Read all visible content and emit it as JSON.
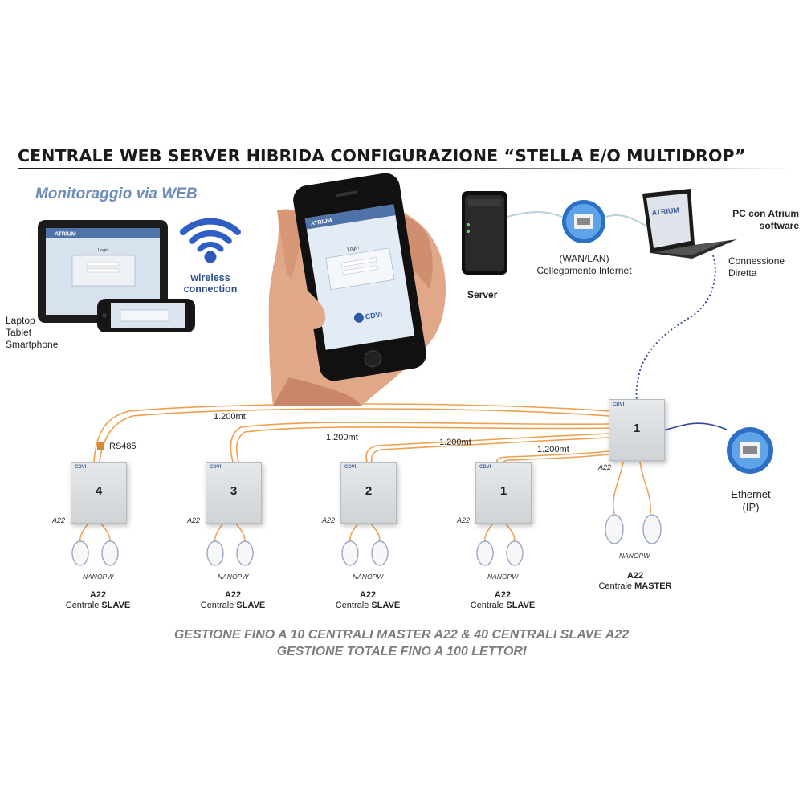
{
  "title": "CENTRALE WEB SERVER HIBRIDA CONFIGURAZIONE “STELLA E/O MULTIDROP”",
  "subtitle": "Monitoraggio via WEB",
  "devices_label": [
    "Laptop",
    "Tablet",
    "Smartphone"
  ],
  "wireless": [
    "wireless",
    "connection"
  ],
  "phone": {
    "brand": "ATRIUM",
    "login": "Login",
    "logo": "CDVI"
  },
  "tablet": {
    "brand": "ATRIUM",
    "login": "Login"
  },
  "server_label": "Server",
  "network": {
    "line1": "(WAN/LAN)",
    "line2": "Collegamento Internet"
  },
  "pc": {
    "line1": "PC con Atrium",
    "line2": "software",
    "screen_brand": "ATRIUM"
  },
  "direct": {
    "line1": "Connessione",
    "line2": "Diretta"
  },
  "ethernet": {
    "line1": "Ethernet",
    "line2": "(IP)"
  },
  "rs485": "RS485",
  "panel_logo": "CDVI",
  "master": {
    "number": "1",
    "model": "A22",
    "reader": "NANOPW",
    "cap_model": "A22",
    "cap_prefix": "Centrale ",
    "cap_role": "MASTER"
  },
  "slaves": [
    {
      "number": "4",
      "model": "A22",
      "reader": "NANOPW",
      "cap_model": "A22",
      "cap_prefix": "Centrale ",
      "cap_role": "SLAVE"
    },
    {
      "number": "3",
      "model": "A22",
      "reader": "NANOPW",
      "cap_model": "A22",
      "cap_prefix": "Centrale ",
      "cap_role": "SLAVE"
    },
    {
      "number": "2",
      "model": "A22",
      "reader": "NANOPW",
      "cap_model": "A22",
      "cap_prefix": "Centrale ",
      "cap_role": "SLAVE"
    },
    {
      "number": "1",
      "model": "A22",
      "reader": "NANOPW",
      "cap_model": "A22",
      "cap_prefix": "Centrale ",
      "cap_role": "SLAVE"
    }
  ],
  "distances": [
    "1.200mt",
    "1.200mt",
    "1.200mt",
    "1.200mt"
  ],
  "footer": [
    "GESTIONE FINO A 10 CENTRALI MASTER A22 & 40 CENTRALI SLAVE A22",
    "GESTIONE TOTALE FINO A 100 LETTORI"
  ],
  "colors": {
    "cable": "#f0a050",
    "network": "#b8d0d8",
    "dotted": "#2e3f9a",
    "ethernet": "#3048a0",
    "title_blue": "#6f8db8"
  }
}
